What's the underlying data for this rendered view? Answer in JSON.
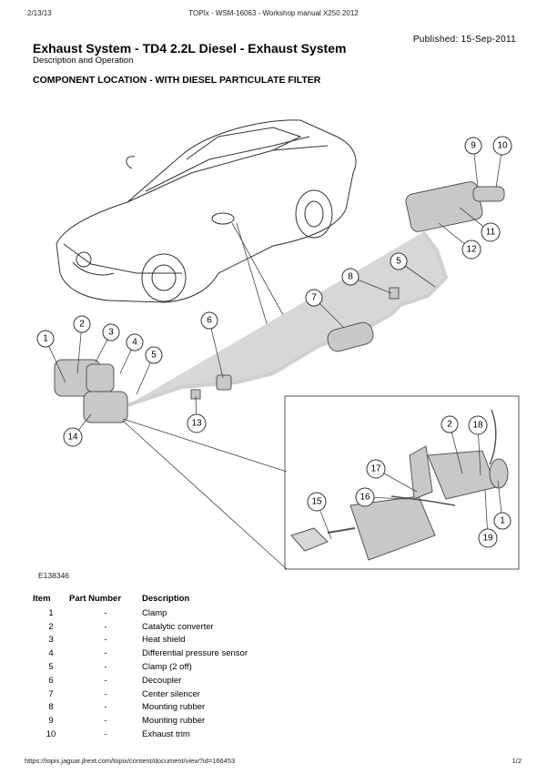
{
  "header": {
    "date": "2/13/13",
    "doc_title": "TOPIx - WSM-16063 - Workshop manual X250 2012"
  },
  "published": "Published: 15-Sep-2011",
  "title": "Exhaust System - TD4 2.2L Diesel - Exhaust System",
  "subtitle": "Description and Operation",
  "section_heading": "COMPONENT LOCATION - WITH DIESEL PARTICULATE FILTER",
  "figure": {
    "code": "E138346",
    "callouts": [
      "1",
      "2",
      "3",
      "4",
      "5",
      "6",
      "7",
      "8",
      "5",
      "9",
      "10",
      "11",
      "12",
      "13",
      "14",
      "2",
      "18",
      "17",
      "16",
      "15",
      "1",
      "19"
    ]
  },
  "table": {
    "headers": {
      "item": "Item",
      "part_number": "Part Number",
      "description": "Description"
    },
    "rows": [
      {
        "item": "1",
        "part_number": "-",
        "description": "Clamp"
      },
      {
        "item": "2",
        "part_number": "-",
        "description": "Catalytic converter"
      },
      {
        "item": "3",
        "part_number": "-",
        "description": "Heat shield"
      },
      {
        "item": "4",
        "part_number": "-",
        "description": "Differential pressure sensor"
      },
      {
        "item": "5",
        "part_number": "-",
        "description": "Clamp (2 off)"
      },
      {
        "item": "6",
        "part_number": "-",
        "description": "Decoupler"
      },
      {
        "item": "7",
        "part_number": "-",
        "description": "Center silencer"
      },
      {
        "item": "8",
        "part_number": "-",
        "description": "Mounting rubber"
      },
      {
        "item": "9",
        "part_number": "-",
        "description": "Mounting rubber"
      },
      {
        "item": "10",
        "part_number": "-",
        "description": "Exhaust trim"
      }
    ]
  },
  "footer": {
    "url": "https://topix.jaguar.jlrext.com/topix/content/document/view?id=166453",
    "page": "1/2"
  }
}
